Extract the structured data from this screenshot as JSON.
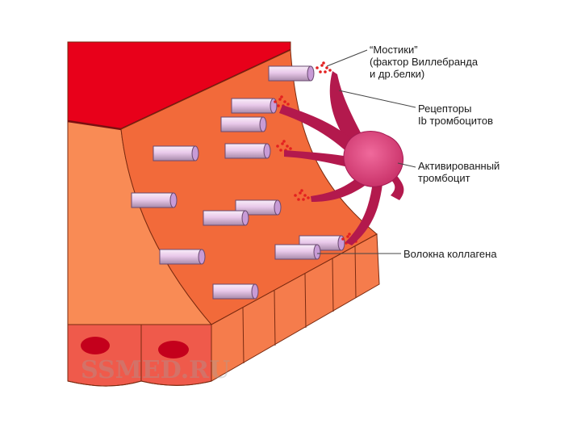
{
  "labels": {
    "bridges": [
      "“Мостики”",
      "(фактор Виллебранда",
      "и др.белки)"
    ],
    "receptors": [
      "Рецепторы",
      "Ib тромбоцитов"
    ],
    "platelet": [
      "Активированный",
      "тромбоцит"
    ],
    "collagen": [
      "Волокна коллагена"
    ]
  },
  "watermark": "SSMED.RU",
  "colors": {
    "blood": "#e8001a",
    "wall_outer": "#f98b55",
    "wall_inner": "#f26a3a",
    "edge": "#7a2a10",
    "fiber": "#f1d7f1",
    "fiber_end": "#b58bc7",
    "platelet": "#e0467e",
    "platelet_dark": "#b3194d",
    "vwf": "#b81a2e",
    "dots": "#e32020",
    "cell": "#ef5a4b",
    "nucleus": "#c4001c"
  }
}
